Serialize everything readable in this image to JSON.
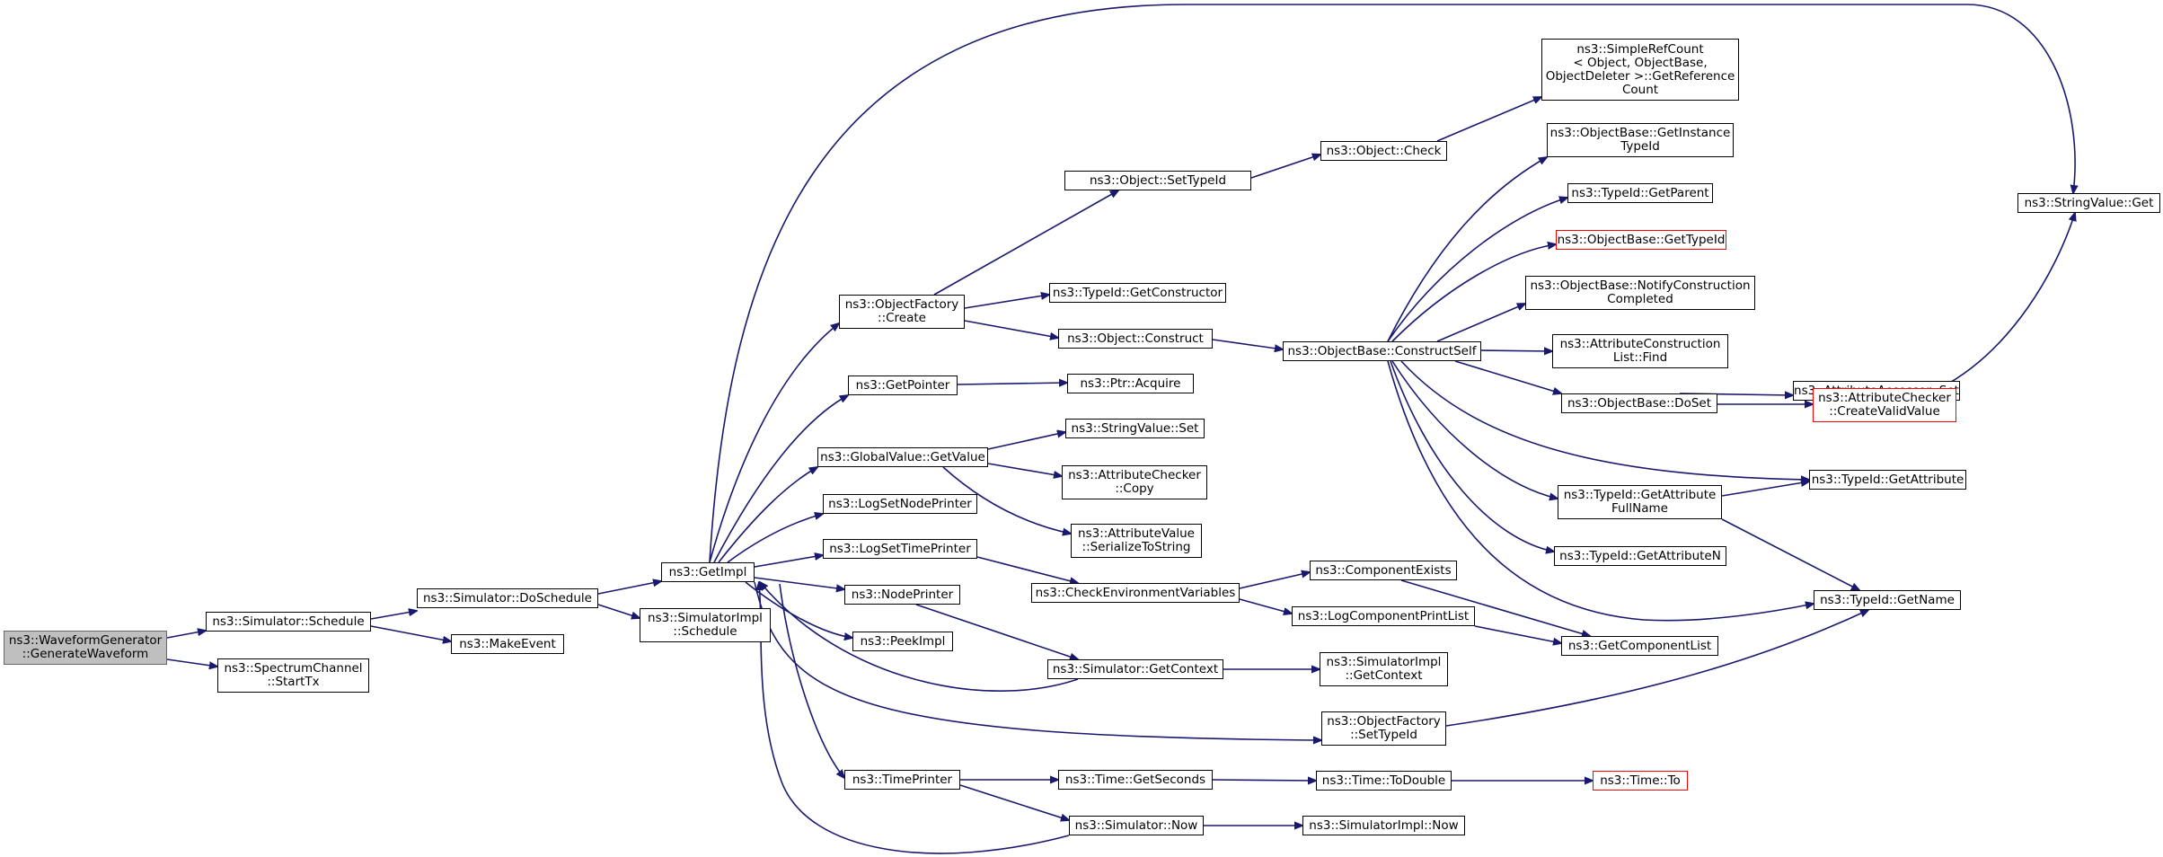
{
  "colors": {
    "edge": "#191970",
    "root_fill": "#bfbfbf",
    "box_border": "#000000",
    "incomplete_border": "#ff0000"
  },
  "nodes": {
    "n0": "ns3::WaveformGenerator\n::GenerateWaveform",
    "n1": "ns3::Simulator::Schedule",
    "n2": "ns3::SpectrumChannel\n::StartTx",
    "n3": "ns3::Simulator::DoSchedule",
    "n4": "ns3::MakeEvent",
    "n5": "ns3::GetImpl",
    "n6": "ns3::SimulatorImpl\n::Schedule",
    "n7": "ns3::ObjectFactory\n::Create",
    "n8": "ns3::GetPointer",
    "n9": "ns3::GlobalValue::GetValue",
    "n10": "ns3::LogSetNodePrinter",
    "n11": "ns3::LogSetTimePrinter",
    "n12": "ns3::NodePrinter",
    "n13": "ns3::PeekImpl",
    "n14": "ns3::TimePrinter",
    "n15": "ns3::Object::SetTypeId",
    "n16": "ns3::TypeId::GetConstructor",
    "n17": "ns3::Object::Construct",
    "n18": "ns3::Ptr::Acquire",
    "n19": "ns3::StringValue::Set",
    "n20": "ns3::AttributeChecker\n::Copy",
    "n21": "ns3::AttributeValue\n::SerializeToString",
    "n22": "ns3::CheckEnvironmentVariables",
    "n23": "ns3::Simulator::GetContext",
    "n24": "ns3::Time::GetSeconds",
    "n25": "ns3::Simulator::Now",
    "n26": "ns3::Object::Check",
    "n27": "ns3::ObjectBase::ConstructSelf",
    "n28": "ns3::ComponentExists",
    "n29": "ns3::LogComponentPrintList",
    "n30": "ns3::SimulatorImpl\n::GetContext",
    "n31": "ns3::ObjectFactory\n::SetTypeId",
    "n32": "ns3::Time::ToDouble",
    "n33": "ns3::SimulatorImpl::Now",
    "n34": "ns3::SimpleRefCount\n< Object, ObjectBase,\n ObjectDeleter >::GetReference\nCount",
    "n35": "ns3::ObjectBase::GetInstance\nTypeId",
    "n36": "ns3::TypeId::GetParent",
    "n37": "ns3::ObjectBase::GetTypeId",
    "n38": "ns3::ObjectBase::NotifyConstruction\nCompleted",
    "n39": "ns3::AttributeConstruction\nList::Find",
    "n40": "ns3::ObjectBase::DoSet",
    "n41": "ns3::TypeId::GetAttribute\nFullName",
    "n42": "ns3::TypeId::GetAttributeN",
    "n43": "ns3::GetComponentList",
    "n44": "ns3::Time::To",
    "n45": "ns3::AttributeAccessor::Set",
    "n46": "ns3::AttributeChecker\n::CreateValidValue",
    "n47": "ns3::TypeId::GetAttribute",
    "n48": "ns3::TypeId::GetName",
    "n49": "ns3::StringValue::Get"
  }
}
